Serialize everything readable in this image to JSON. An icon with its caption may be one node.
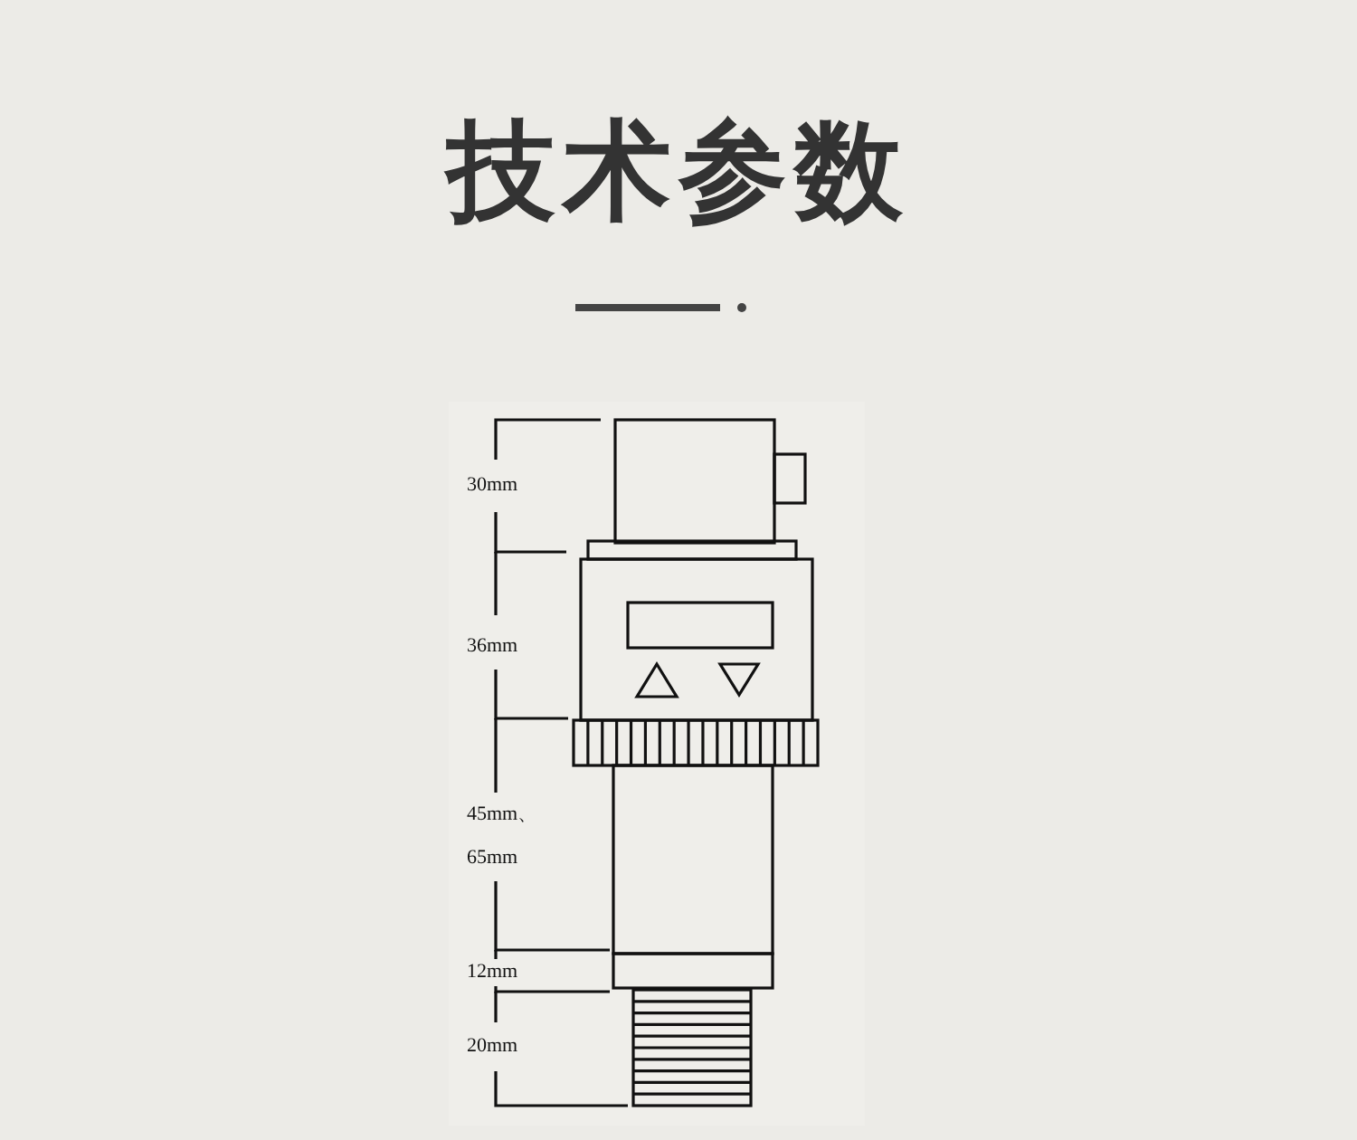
{
  "diagram": {
    "title": "技术参数",
    "labels": [
      "30mm",
      "36mm",
      "45mm、",
      "65mm",
      "12mm",
      "20mm"
    ]
  }
}
